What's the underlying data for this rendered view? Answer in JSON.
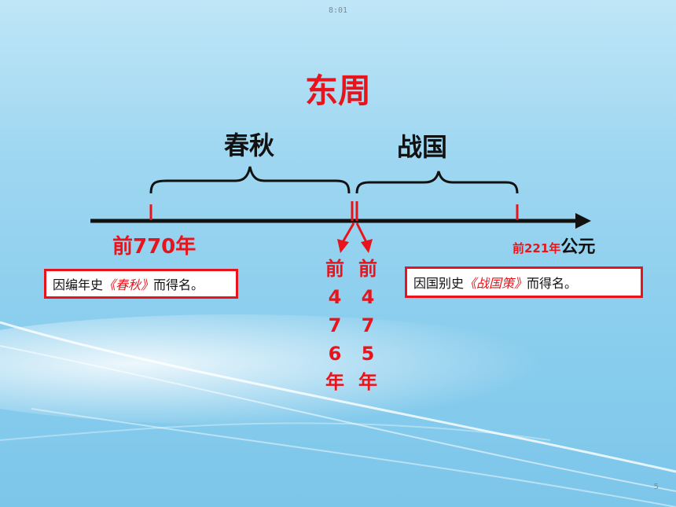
{
  "header": {
    "time": "8:01"
  },
  "footer": {
    "page_number": "5"
  },
  "title": "东周",
  "eras": {
    "chunqiu": "春秋",
    "zhanguo": "战国"
  },
  "timeline": {
    "start_label": "前770年",
    "end_label_year": "前221年",
    "end_label_unit": "公元"
  },
  "split": {
    "left_chars": [
      "前",
      "4",
      "7",
      "6",
      "年"
    ],
    "right_chars": [
      "前",
      "4",
      "7",
      "5",
      "年"
    ]
  },
  "notes": {
    "chunqiu": {
      "prefix": "因编年史",
      "book": "《春秋》",
      "suffix": "而得名。"
    },
    "zhanguo": {
      "prefix": "因国别史",
      "book": "《战国策》",
      "suffix": "而得名。"
    }
  },
  "colors": {
    "accent": "#e8141c",
    "line": "#111111",
    "background": "#9fd7f1"
  }
}
